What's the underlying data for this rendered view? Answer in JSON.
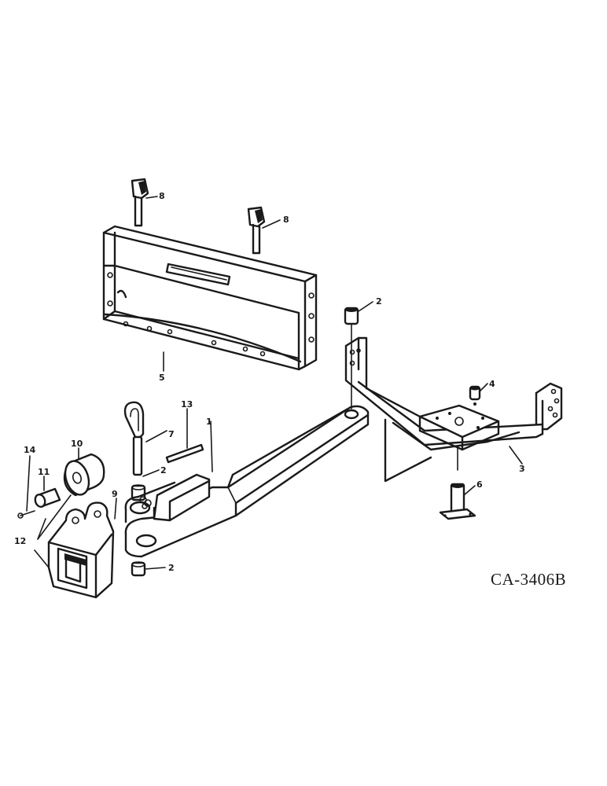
{
  "figure_code": "CA-3406B",
  "callouts": {
    "c1": "1",
    "c2a": "2",
    "c2b": "2",
    "c2c": "2",
    "c3": "3",
    "c4": "4",
    "c5": "5",
    "c6": "6",
    "c7": "7",
    "c8a": "8",
    "c8b": "8",
    "c9": "9",
    "c10": "10",
    "c11": "11",
    "c12": "12",
    "c13": "13",
    "c14": "14"
  }
}
